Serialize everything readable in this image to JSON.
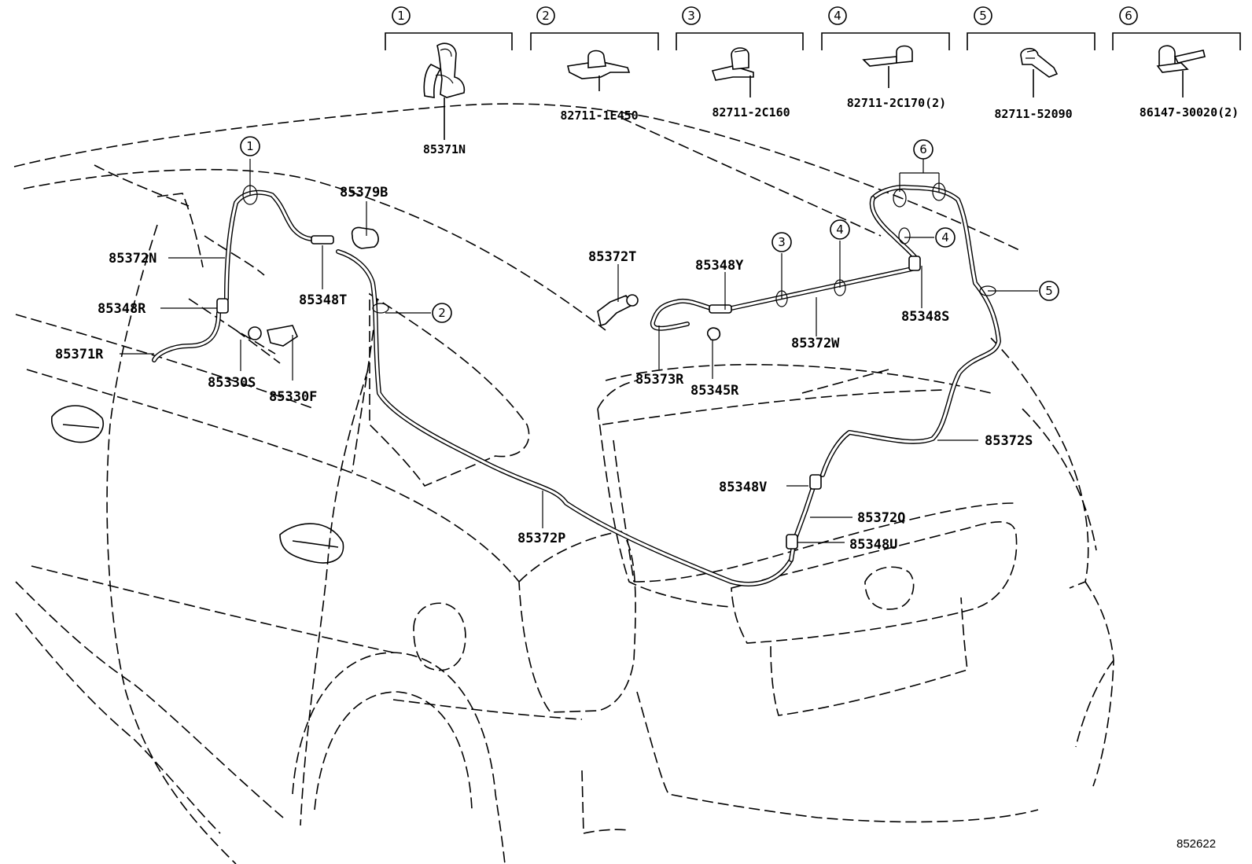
{
  "figure_id": "852622",
  "fastener_legend": [
    {
      "index": "1",
      "part_no": "85371N"
    },
    {
      "index": "2",
      "part_no": "82711-1E450"
    },
    {
      "index": "3",
      "part_no": "82711-2C160"
    },
    {
      "index": "4",
      "part_no": "82711-2C170(2)"
    },
    {
      "index": "5",
      "part_no": "82711-52090"
    },
    {
      "index": "6",
      "part_no": "86147-30020(2)"
    }
  ],
  "callouts": {
    "c1": "1",
    "c2": "2",
    "c3": "3",
    "c4a": "4",
    "c4b": "4",
    "c5": "5",
    "c6": "6"
  },
  "part_labels": {
    "p85379B": "85379B",
    "p85372N": "85372N",
    "p85348R": "85348R",
    "p85348T": "85348T",
    "p85371R": "85371R",
    "p85330S": "85330S",
    "p85330F": "85330F",
    "p85372T": "85372T",
    "p85348Y": "85348Y",
    "p85373R": "85373R",
    "p85345R": "85345R",
    "p85372W": "85372W",
    "p85348S": "85348S",
    "p85372S": "85372S",
    "p85348V": "85348V",
    "p85372Q": "85372Q",
    "p85348U": "85348U",
    "p85372P": "85372P"
  }
}
